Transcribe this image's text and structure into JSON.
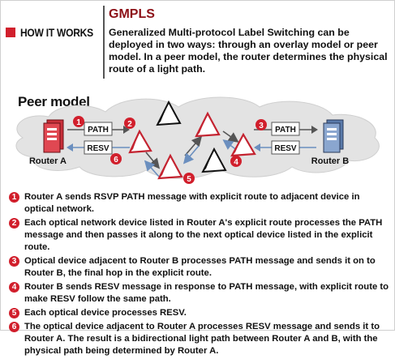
{
  "header": {
    "how_it_works": "HOW IT WORKS",
    "title": "GMPLS",
    "intro": "Generalized Multi-protocol Label Switching can be deployed in two ways: through an overlay model or peer model. In a peer model, the router determines the physical route of a light path."
  },
  "diagram": {
    "heading": "Peer model",
    "router_a": "Router A",
    "router_b": "Router B",
    "path_label": "PATH",
    "resv_label": "RESV",
    "markers": [
      "1",
      "2",
      "3",
      "4",
      "5",
      "6"
    ],
    "colors": {
      "accent": "#d11f2c",
      "cloud": "#e3e3e3",
      "router_a": "#c9303a",
      "router_b": "#5a7aaa"
    }
  },
  "steps": [
    {
      "num": "1",
      "text": "Router A sends RSVP PATH message with explicit route to adjacent device in optical network."
    },
    {
      "num": "2",
      "text": "Each optical network device listed in Router A's explicit route processes the PATH message and then passes it along to the next optical device listed in the explicit route."
    },
    {
      "num": "3",
      "text": "Optical device adjacent to Router B processes PATH message and sends it on to Router B, the final hop in the explicit route."
    },
    {
      "num": "4",
      "text": "Router B sends RESV message in response to PATH message, with explicit route to make RESV follow the same path."
    },
    {
      "num": "5",
      "text": "Each optical device processes RESV."
    },
    {
      "num": "6",
      "text": "The optical device adjacent to Router A processes RESV message and sends it to Router A. The result is a bidirectional light path between Router A and B, with the physical path being determined by Router A."
    }
  ]
}
